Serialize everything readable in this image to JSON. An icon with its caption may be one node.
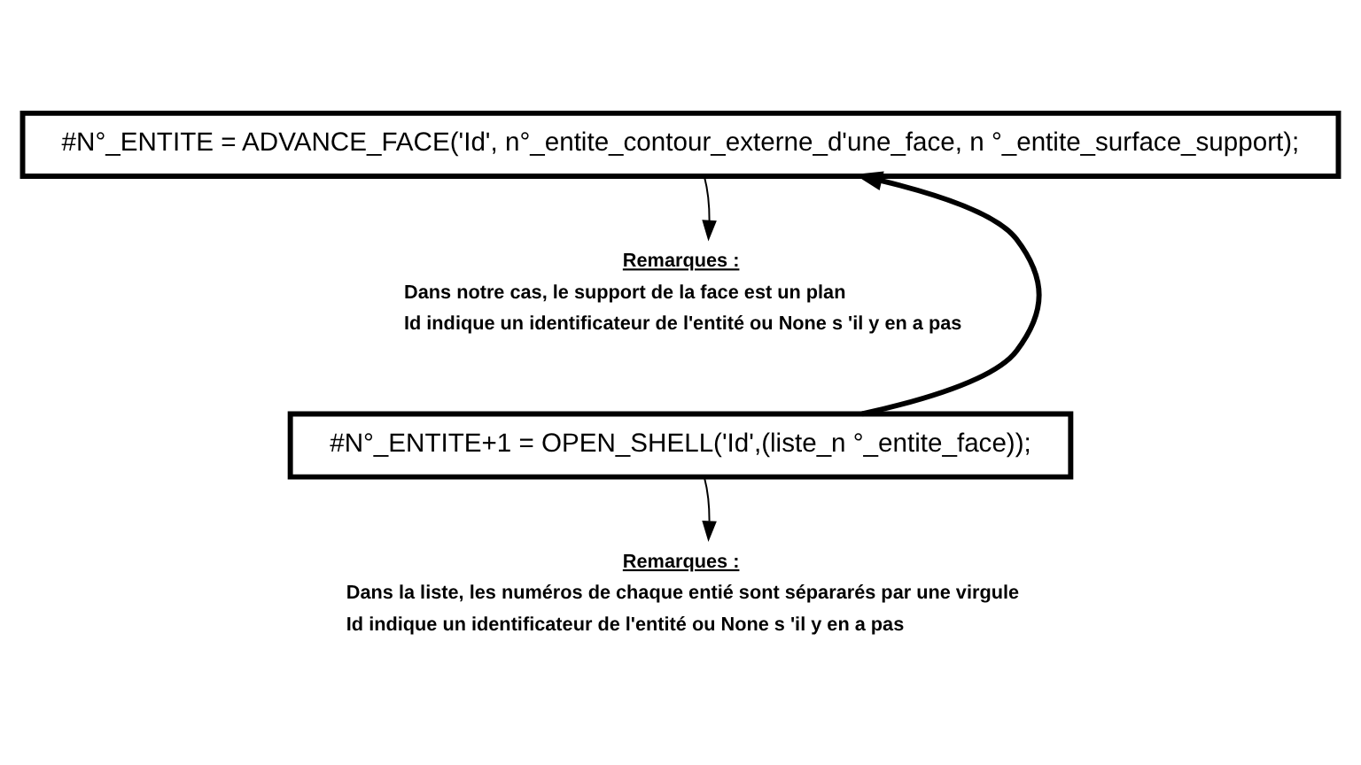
{
  "diagram": {
    "nodes": [
      {
        "text": [
          "#N°_ENTITE = ADVANCE_FACE('Id', n°_entite_contour_externe_d'une_face, n °_entite_surface_support);"
        ]
      },
      {
        "text": [
          "Remarques :",
          "Dans notre cas, le support de la face est un plan",
          "Id indique un identificateur de l'entité ou None s 'il y en a pas"
        ]
      },
      {
        "text": [
          "#N°_ENTITE+1 = OPEN_SHELL('Id',(liste_n °_entite_face));"
        ]
      },
      {
        "text": [
          "Remarques :",
          "Dans la liste, les numéros de chaque entié sont sépararés par une virgule",
          "Id indique un identificateur de l'entité ou None s 'il y en a pas"
        ]
      }
    ],
    "edges": [
      {
        "from": 2,
        "to": 0,
        "arrow": "to",
        "style": "thick"
      },
      {
        "from": 0,
        "to": 1,
        "arrow": "to"
      },
      {
        "from": 2,
        "to": 3,
        "arrow": "to"
      }
    ]
  }
}
